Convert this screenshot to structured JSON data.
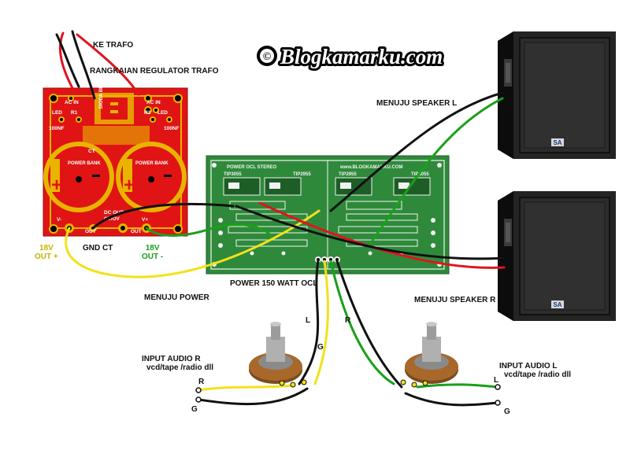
{
  "brand": {
    "text": "Blogkamarku.com",
    "symbol": "©"
  },
  "labels": {
    "ke_trafo": "KE TRAFO",
    "regulator": "RANGKAIAN REGULATOR TRAFO",
    "menuju_speaker_l": "MENUJU SPEAKER L",
    "menuju_speaker_r": "MENUJU SPEAKER R",
    "menuju_power": "MENUJU POWER",
    "power_ocl": "POWER 150 WATT OCL",
    "out_plus_1": "18V",
    "out_plus_2": "OUT +",
    "gnd_ct": "GND CT",
    "out_minus_1": "18V",
    "out_minus_2": "OUT -",
    "input_r_1": "INPUT AUDIO R",
    "input_r_2": "vcd/tape /radio dll",
    "input_l_1": "INPUT AUDIO L",
    "input_l_2": "vcd/tape /radio dll",
    "wire_l": "L",
    "wire_r": "R",
    "wire_g": "G",
    "in_r_r": "R",
    "in_r_g": "G",
    "in_l_l": "L",
    "in_l_g": "G"
  },
  "regulator_board": {
    "ac_in_left": "AC IN",
    "ac_in_right": "AC IN",
    "led_left": "LED",
    "led_right": "LED",
    "r1": "R1",
    "r2": "R2",
    "cap_left": "100NF",
    "cap_right": "100NF",
    "bridge": "DIODA BRIDGE",
    "ct": "CT",
    "power_bank_left": "POWER BANK",
    "power_bank_right": "POWER BANK",
    "dc_out": "DC OUT",
    "ct_0v": "CT/OV",
    "v_minus": "V-",
    "v_plus": "V+",
    "out_left": "OUT",
    "out_right": "OUT"
  },
  "amp_board": {
    "title": "POWER OCL STEREO",
    "url": "www.BLOGKAMARKU.COM",
    "tip3055_left": "TIP3055",
    "tip2955_left": "TIP2955",
    "tip2955_right": "TIP2955",
    "tip3055_right": "TIP3055"
  },
  "speakers": {
    "badge": "SA"
  },
  "colors": {
    "wire_red": "#e0141e",
    "wire_black": "#111111",
    "wire_yellow": "#f2e21a",
    "wire_green": "#1aa01a",
    "regulator_pcb": "#e01414",
    "amp_pcb": "#2e8a3a",
    "copper_yellow": "#e8b400",
    "label_yellow": "#c8b400",
    "label_green": "#1aa01a"
  }
}
